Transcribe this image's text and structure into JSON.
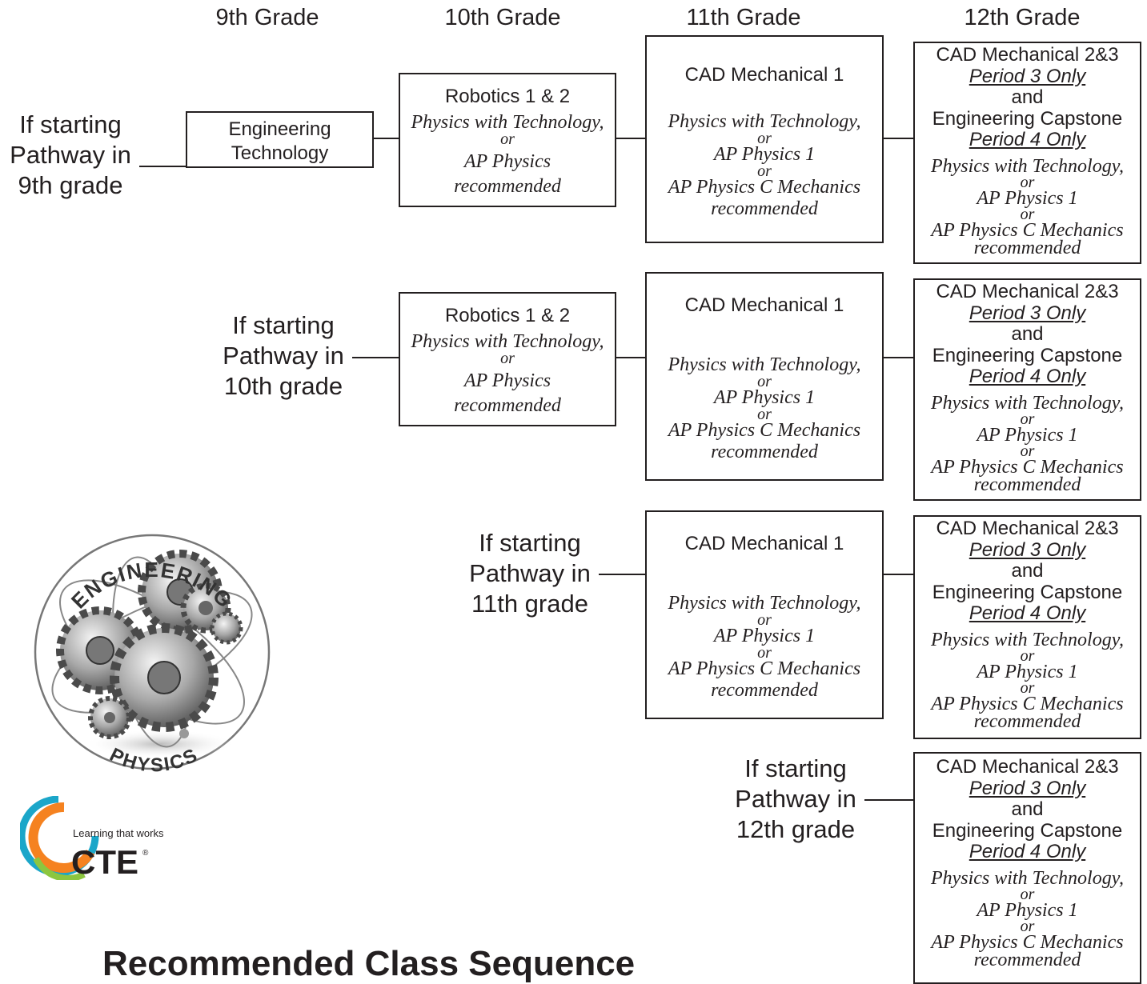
{
  "headers": [
    "9th Grade",
    "10th Grade",
    "11th Grade",
    "12th Grade"
  ],
  "starts": {
    "g9": [
      "If starting",
      "Pathway in",
      "9th grade"
    ],
    "g10": [
      "If starting",
      "Pathway in",
      "10th grade"
    ],
    "g11": [
      "If starting",
      "Pathway in",
      "11th grade"
    ],
    "g12": [
      "If starting",
      "Pathway in",
      "12th grade"
    ]
  },
  "eng_tech": [
    "Engineering",
    "Technology"
  ],
  "robotics": {
    "title": "Robotics 1 & 2",
    "line1": "Physics with Technology,",
    "or": "or",
    "line2": "AP Physics",
    "rec": "recommended"
  },
  "cad1": {
    "title": "CAD Mechanical 1",
    "line1": "Physics with Technology,",
    "or": "or",
    "line2": "AP Physics 1",
    "line3": "AP Physics C Mechanics",
    "rec": "recommended"
  },
  "cad23": {
    "title": "CAD Mechanical 2&3",
    "p3": "Period 3 Only",
    "and": "and",
    "capstone": "Engineering Capstone",
    "p4": "Period 4 Only",
    "line1": "Physics with Technology,",
    "or": "or",
    "line2": "AP Physics 1",
    "line3": "AP Physics C Mechanics",
    "rec": "recommended"
  },
  "logo": {
    "top": "ENGINEERING",
    "bottom": "PHYSICS",
    "tagline": "Learning that works",
    "brand": "CTE",
    "reg": "®"
  },
  "page_title": "Recommended Class Sequence",
  "colors": {
    "ink": "#231f20",
    "cte_orange": "#f58220",
    "cte_blue": "#1ba6c9",
    "cte_green": "#8cc63f"
  }
}
